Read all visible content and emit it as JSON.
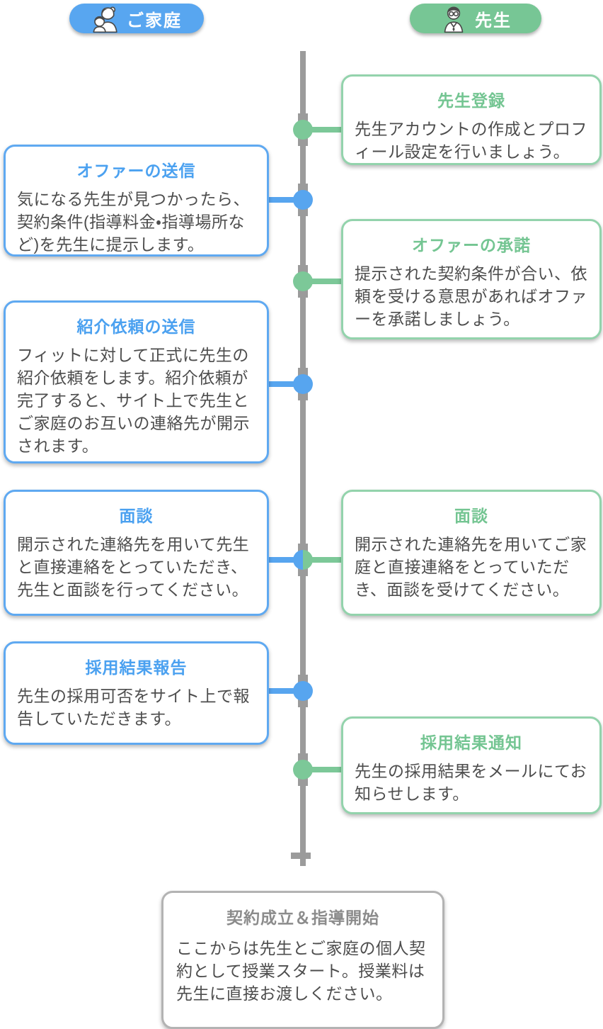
{
  "lanes": {
    "family": {
      "label": "ご家庭"
    },
    "teacher": {
      "label": "先生"
    }
  },
  "steps": [
    {
      "id": "teacher-register",
      "lane": "teacher",
      "title": "先生登録",
      "body": "先生アカウントの作成とプロフィール設定を行いましょう。"
    },
    {
      "id": "offer-send",
      "lane": "family",
      "title": "オファーの送信",
      "body": "気になる先生が見つかったら、契約条件(指導料金・指導場所など)を先生に提示します。"
    },
    {
      "id": "offer-accept",
      "lane": "teacher",
      "title": "オファーの承諾",
      "body": "提示された契約条件が合い、依頼を受ける意思があればオファーを承諾しましょう。"
    },
    {
      "id": "referral-request",
      "lane": "family",
      "title": "紹介依頼の送信",
      "body": "フィットに対して正式に先生の紹介依頼をします。紹介依頼が完了すると、サイト上で先生とご家庭のお互いの連絡先が開示されます。"
    },
    {
      "id": "interview-family",
      "lane": "family",
      "title": "面談",
      "body": "開示された連絡先を用いて先生と直接連絡をとっていただき、先生と面談を行ってください。"
    },
    {
      "id": "interview-teacher",
      "lane": "teacher",
      "title": "面談",
      "body": "開示された連絡先を用いてご家庭と直接連絡をとっていただき、面談を受けてください。"
    },
    {
      "id": "result-report",
      "lane": "family",
      "title": "採用結果報告",
      "body": "先生の採用可否をサイト上で報告していただきます。"
    },
    {
      "id": "result-notify",
      "lane": "teacher",
      "title": "採用結果通知",
      "body": "先生の採用結果をメールにてお知らせします。"
    }
  ],
  "final_step": {
    "title": "契約成立＆指導開始",
    "body": "ここからは先生とご家庭の個人契約として授業スタート。授業料は先生に直接お渡しください。"
  },
  "colors": {
    "family_blue": "#58a6f0",
    "teacher_green": "#77c695",
    "timeline_gray": "#9b9b9b",
    "body_text": "#4d4d4d",
    "final_gray": "#b3b3b3"
  },
  "icons": {
    "family": "family-icon",
    "teacher": "teacher-icon"
  }
}
